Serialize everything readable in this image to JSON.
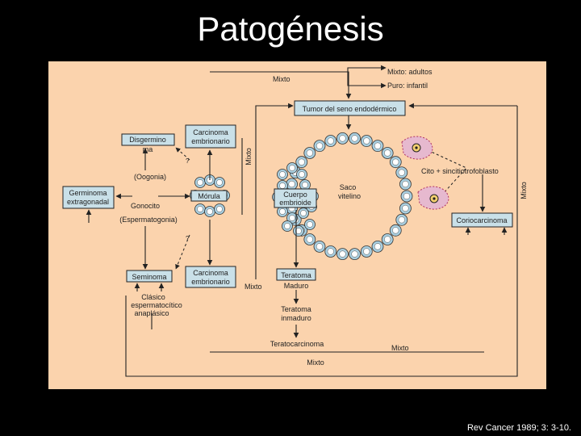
{
  "title": "Patogénesis",
  "citation": "Rev Cancer 1989; 3: 3-10.",
  "diagram": {
    "mixto_adultos": "Mixto: adultos",
    "puro_infantil": "Puro: infantil",
    "mixto_top": "Mixto",
    "tumor_seno": "Tumor del seno endodérmico",
    "disgerminoma_l1": "Disgermino",
    "disgerminoma_l2": "ma",
    "carcinoma_emb_top_l1": "Carcinoma",
    "carcinoma_emb_top_l2": "embrionario",
    "mixto_vertical_left": "Mixto",
    "q_top": "?",
    "oogonia": "(Oogonia)",
    "germinoma_l1": "Germinoma",
    "germinoma_l2": "extragonadal",
    "gonocito": "Gonocito",
    "morula": "Mórula",
    "espermatogonia": "(Espermatogonia)",
    "q_bottom": "?",
    "cuerpo_emb_l1": "Cuerpo",
    "cuerpo_emb_l2": "embrioide",
    "saco_l1": "Saco",
    "saco_l2": "vitelino",
    "cito_sincitio": "Cito + sincitiotrofoblasto",
    "mixto_vertical_right": "Mixto",
    "coriocarcinoma": "Coriocarcinoma",
    "seminoma": "Seminoma",
    "carcinoma_emb_bot_l1": "Carcinoma",
    "carcinoma_emb_bot_l2": "embrionario",
    "teratoma": "Teratoma",
    "mixto_mid": "Mixto",
    "maduro": "Maduro",
    "clasico_l1": "Clásico",
    "clasico_l2": "espermatocítico",
    "clasico_l3": "anaplásico",
    "teratoma_inm_l1": "Teratoma",
    "teratoma_inm_l2": "inmaduro",
    "teratocarcinoma": "Teratocarcinoma",
    "mixto_low": "Mixto",
    "mixto_bottom": "Mixto"
  },
  "colors": {
    "panel": "#fbd3ad",
    "box": "#c9e0e8",
    "cell": "#a9cfe0",
    "trophoblast": "#e6b9cf"
  }
}
